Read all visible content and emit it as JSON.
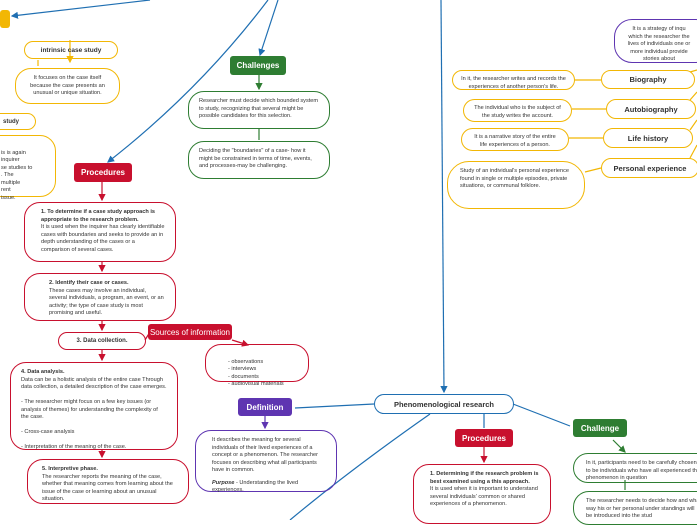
{
  "nodes": {
    "intrinsic": "intrinsic case study",
    "intrinsic_desc": "It focuses on the case itself because the case presents an unusual or unique situation.",
    "study_partial": "study",
    "study_partial_desc": "is is again\ninquirer\nse studies to\n. The\nmultiple\nrent\nissue.",
    "challenges_label": "Challenges",
    "challenge_1": "Researcher must decide which bounded system to study, recognizing that several might be possible candidates for this selection.",
    "challenge_2": "Deciding the \"boundaries\" of a case- how it might be constrained in terms of time, events, and processes-may be challenging.",
    "procedures_label": "Procedures",
    "proc_1_title": "1. To determine if a case study approach is appropriate to the research problem.",
    "proc_1_body": "It is used when the inquirer has clearly identifiable cases with boundaries and seeks to provide an in depth understanding of the cases or a comparison of several cases.",
    "proc_2_title": "2. Identify their case or cases.",
    "proc_2_body": "These cases may involve an individual, several individuals, a program, an event, or an activity; the type of case study is most promising and useful.",
    "proc_3": "3. Data collection.",
    "sources_label": "Sources of information",
    "sources_list": "- observations\n- interviews\n- documents\n- audiovisual materials",
    "proc_4_title": "4. Data analysis.",
    "proc_4_body": "Data can be a holistic analysis of the entire case Through data collection, a detailed description of the case emerges.\n\n- The researcher might focus on a few key issues (or analysis of themes) for understanding the complexity of the case.\n\n- Cross-case analysis\n\n- Interpretation of the meaning of the case.",
    "proc_5_title": "5. Interpretive phase.",
    "proc_5_body": "The researcher reports the meaning of the case, whether that meaning comes from learning about the issue of the case or learning about an unusual situation.",
    "narrative_desc": "It is a strategy of inqu which the researcher the lives of individuals one or more individual provide stories about",
    "biography": "Biography",
    "biography_desc": "In it, the researcher writes and records the experiences of another person's life.",
    "autobiography": "Autobiography",
    "autobiography_desc": "The individual who is the subject of the study writes the account.",
    "life_history": "Life history",
    "life_history_desc": "It is a narrative story of the entire life experiences of a person.",
    "personal_exp": "Personal experience",
    "personal_exp_desc": "Study of an individual's personal experience found in single or multiple episodes, private situations, or communal folklore.",
    "phenomenological": "Phenomenological research",
    "definition_label": "Definition",
    "definition_body": "It describes the meaning for several individuals of their lived experiences of a concept or a phenomenon. The researcher focuses on describing what all participants have in common.",
    "purpose_label": "Purpose",
    "purpose_body": " - Understanding the lived experiences.",
    "phen_procedures_label": "Procedures",
    "phen_proc_1_title": "1. Determining if the research problem is best examined using a this approach.",
    "phen_proc_1_body": "It is used when it is important to understand several individuals' common or shared experiences of a phenomenon.",
    "challenge_label_2": "Challenge",
    "phen_challenge_1": "In it, participants need to be carefully chosen to be individuals who have all experienced the phenomenon in question",
    "phen_challenge_2": "The researcher needs to decide how and what way his or her personal under standings will be introduced into the stud"
  },
  "colors": {
    "yellow": "#f2b705",
    "red": "#c8102e",
    "green": "#2e7d32",
    "purple": "#5e35b1",
    "blue": "#1f6fb2"
  }
}
